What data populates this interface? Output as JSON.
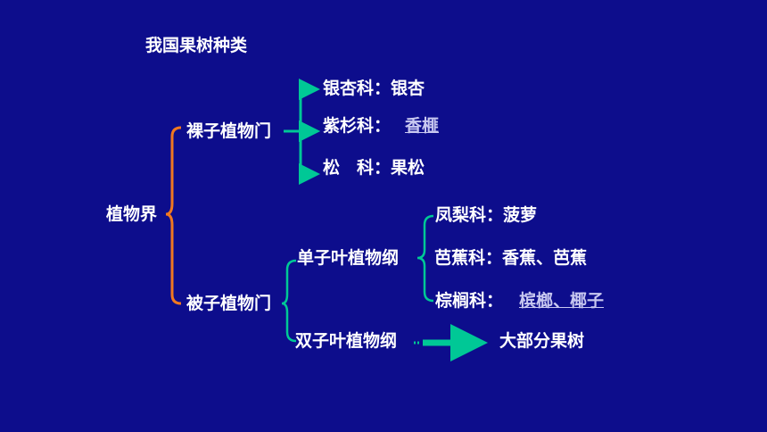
{
  "title": "我国果树种类",
  "root": "植物界",
  "gymnosperms": {
    "label": "裸子植物门",
    "families": [
      {
        "family": "银杏科：",
        "example": "银杏",
        "link": false
      },
      {
        "family": "紫杉科：",
        "example": "香榧",
        "link": true
      },
      {
        "family": "松　科：",
        "example": "果松",
        "link": false
      }
    ]
  },
  "angiosperms": {
    "label": "被子植物门",
    "monocots": {
      "label": "单子叶植物纲",
      "families": [
        {
          "family": "凤梨科：",
          "example": "菠萝",
          "link": false
        },
        {
          "family": "芭蕉科：",
          "example": "香蕉、芭蕉",
          "link": false
        },
        {
          "family": "棕榈科：",
          "example": "槟榔、椰子",
          "link": true
        }
      ]
    },
    "dicots": {
      "label": "双子叶植物纲",
      "result": "大部分果树"
    }
  },
  "colors": {
    "background": "#0d0d8c",
    "bracket_orange": "#f07820",
    "bracket_green": "#00c896",
    "text": "#ffffff",
    "link": "#c8c8f0"
  }
}
